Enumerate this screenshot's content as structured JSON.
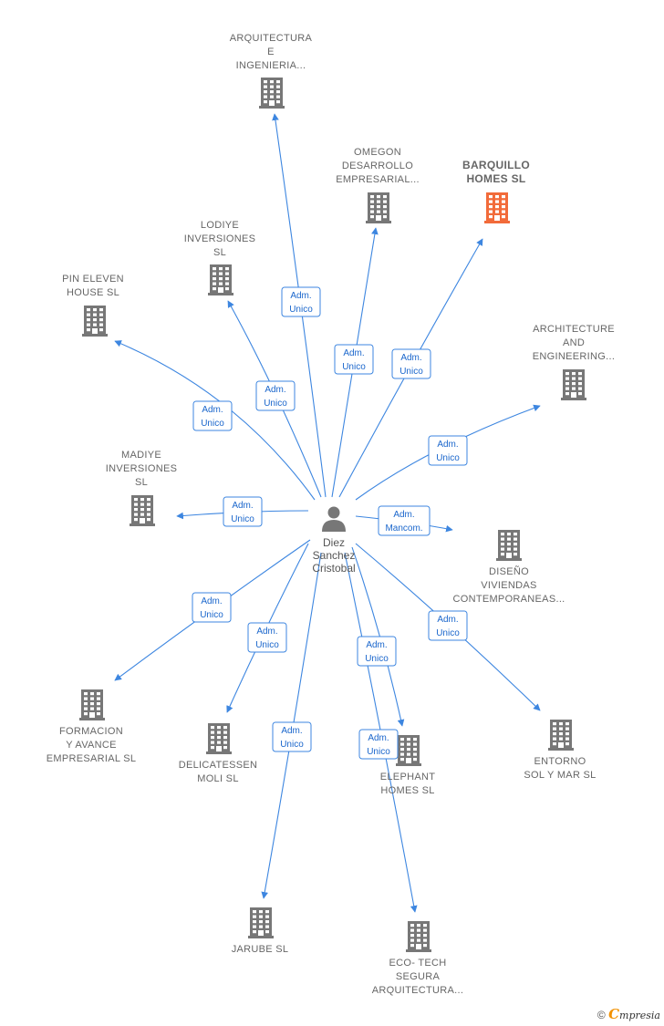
{
  "colors": {
    "edge": "#3d86e0",
    "building": "#777777",
    "highlight": "#f26b3a",
    "person": "#777777"
  },
  "center": {
    "label_lines": [
      "Diez",
      "Sanchez",
      "Cristobal"
    ],
    "icon": "person-icon"
  },
  "nodes": [
    {
      "id": "arquitectura-e-ingenieria",
      "label_lines": [
        "ARQUITECTURA",
        "E",
        "INGENIERIA..."
      ],
      "icon": "building-icon"
    },
    {
      "id": "omegon",
      "label_lines": [
        "OMEGON",
        "DESARROLLO",
        "EMPRESARIAL..."
      ],
      "icon": "building-icon"
    },
    {
      "id": "barquillo",
      "label_lines": [
        "BARQUILLO",
        "HOMES  SL"
      ],
      "icon": "building-icon",
      "highlight": true
    },
    {
      "id": "lodiye",
      "label_lines": [
        "LODIYE",
        "INVERSIONES",
        "SL"
      ],
      "icon": "building-icon"
    },
    {
      "id": "pin-eleven",
      "label_lines": [
        "PIN ELEVEN",
        "HOUSE  SL"
      ],
      "icon": "building-icon"
    },
    {
      "id": "architecture-and-engineering",
      "label_lines": [
        "ARCHITECTURE",
        "AND",
        "ENGINEERING..."
      ],
      "icon": "building-icon"
    },
    {
      "id": "madiye",
      "label_lines": [
        "MADIYE",
        "INVERSIONES",
        "SL"
      ],
      "icon": "building-icon"
    },
    {
      "id": "diseno",
      "label_lines": [
        "DISEÑO",
        "VIVIENDAS",
        "CONTEMPORANEAS..."
      ],
      "icon": "building-icon"
    },
    {
      "id": "formacion",
      "label_lines": [
        "FORMACION",
        "Y AVANCE",
        "EMPRESARIAL SL"
      ],
      "icon": "building-icon"
    },
    {
      "id": "delicatessen",
      "label_lines": [
        "DELICATESSEN",
        "MOLI  SL"
      ],
      "icon": "building-icon"
    },
    {
      "id": "elephant",
      "label_lines": [
        "ELEPHANT",
        "HOMES  SL"
      ],
      "icon": "building-icon"
    },
    {
      "id": "entorno",
      "label_lines": [
        "ENTORNO",
        "SOL Y MAR  SL"
      ],
      "icon": "building-icon"
    },
    {
      "id": "jarube",
      "label_lines": [
        "JARUBE  SL"
      ],
      "icon": "building-icon"
    },
    {
      "id": "eco-tech",
      "label_lines": [
        "ECO- TECH",
        "SEGURA",
        "ARQUITECTURA..."
      ],
      "icon": "building-icon"
    }
  ],
  "edges": [
    {
      "to": "arquitectura-e-ingenieria",
      "label_lines": [
        "Adm.",
        "Unico"
      ]
    },
    {
      "to": "omegon",
      "label_lines": [
        "Adm.",
        "Unico"
      ]
    },
    {
      "to": "barquillo",
      "label_lines": [
        "Adm.",
        "Unico"
      ]
    },
    {
      "to": "lodiye",
      "label_lines": [
        "Adm.",
        "Unico"
      ]
    },
    {
      "to": "pin-eleven",
      "label_lines": [
        "Adm.",
        "Unico"
      ]
    },
    {
      "to": "architecture-and-engineering",
      "label_lines": [
        "Adm.",
        "Unico"
      ]
    },
    {
      "to": "madiye",
      "label_lines": [
        "Adm.",
        "Unico"
      ]
    },
    {
      "to": "diseno",
      "label_lines": [
        "Adm.",
        "Mancom."
      ]
    },
    {
      "to": "formacion",
      "label_lines": [
        "Adm.",
        "Unico"
      ]
    },
    {
      "to": "delicatessen",
      "label_lines": [
        "Adm.",
        "Unico"
      ]
    },
    {
      "to": "elephant",
      "label_lines": [
        "Adm.",
        "Unico"
      ]
    },
    {
      "to": "entorno",
      "label_lines": [
        "Adm.",
        "Unico"
      ]
    },
    {
      "to": "jarube",
      "label_lines": [
        "Adm.",
        "Unico"
      ]
    },
    {
      "to": "eco-tech",
      "label_lines": [
        "Adm.",
        "Unico"
      ]
    }
  ],
  "footer": {
    "copyright": "©",
    "brand_first": "C",
    "brand_rest": "mpresia"
  }
}
